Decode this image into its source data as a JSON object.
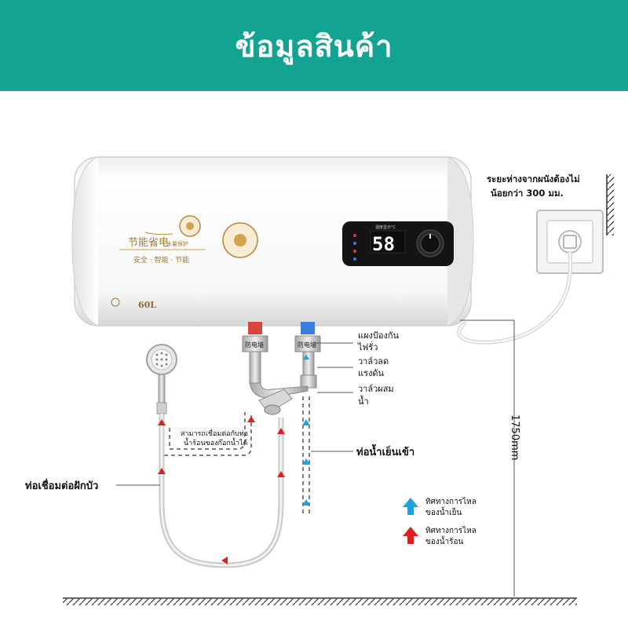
{
  "header": {
    "title": "ข้อมูลสินค้า"
  },
  "heater": {
    "brand_cn": "节能省电",
    "brand_cn_small": "水量保护",
    "slogan_cn": "安全 · 智能 · 节能",
    "capacity": "60L",
    "display": "58",
    "display_top": "温度显示°C",
    "valve_tag": "防电墙"
  },
  "labels": {
    "distance": "ระยะห่างจากผนังต้องไม่น้อยกว่า 300 มม.",
    "anti_shock": "แผงป้องกันไฟรั่ว",
    "pressure_valve": "วาล์วลดแรงดัน",
    "mixing_valve": "วาล์วผสมน้ำ",
    "connect_note": "สามารถเชื่อมต่อกับท่อน้ำร้อนของก๊อกน้ำได้",
    "cold_inlet": "ท่อน้ำเย็นเข้า",
    "shower_hose": "ท่อเชื่อมต่อฝักบัว",
    "height": "1750mm"
  },
  "legend": {
    "cold": "ทิศทางการไหลของน้ำเย็น",
    "hot": "ทิศทางการไหลของน้ำร้อน"
  },
  "colors": {
    "header_bg": "#13a393",
    "cold_arrow": "#1fa3e0",
    "hot_arrow": "#e02020"
  }
}
